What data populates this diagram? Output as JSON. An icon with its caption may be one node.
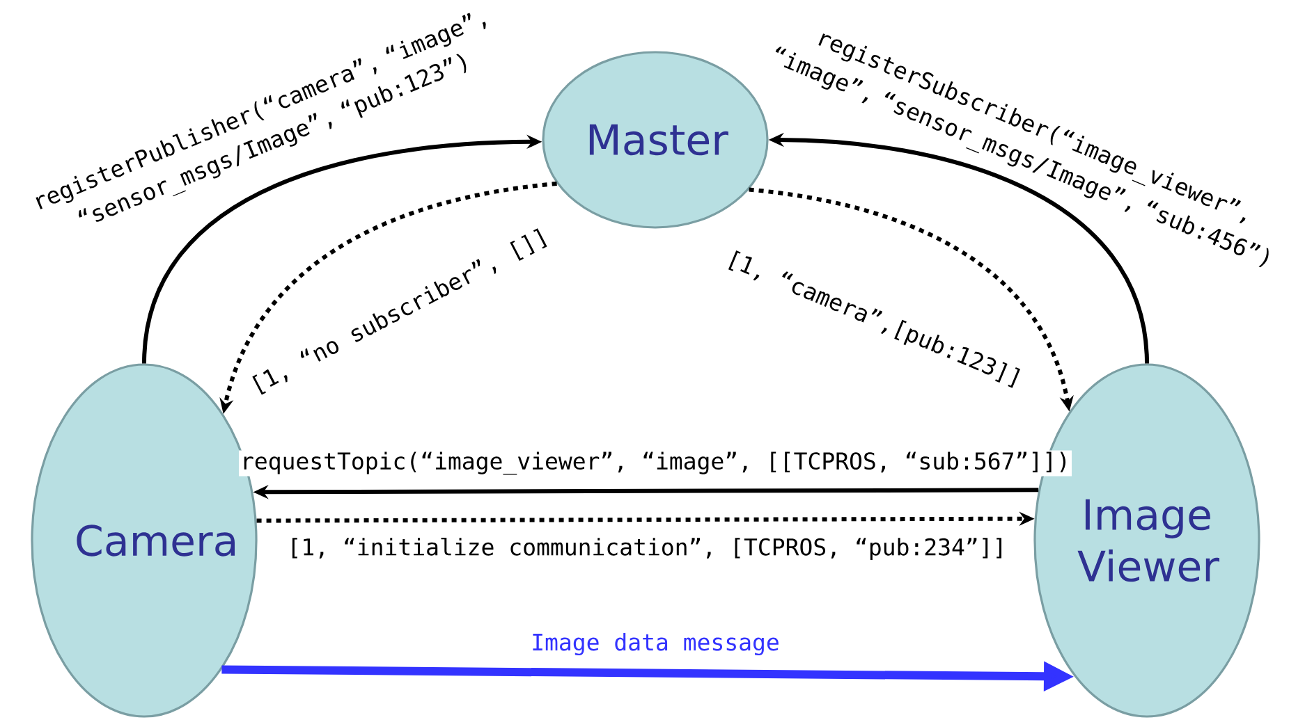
{
  "diagram": {
    "nodes": [
      {
        "text": [
          "Camera"
        ]
      },
      {
        "text": [
          "Master"
        ]
      },
      {
        "text": [
          "Image Viewer"
        ]
      }
    ],
    "edges": [
      {
        "from": 0,
        "to": 1,
        "arrow": "to",
        "label": "registerPublisher(“camera”, “image”, “sensor_msgs/Image”, “pub:123”)"
      },
      {
        "from": 1,
        "to": 0,
        "arrow": "to",
        "style": "dashed",
        "label": "[1, “no subscriber”, []]"
      },
      {
        "from": 2,
        "to": 1,
        "arrow": "to",
        "label": "registerSubscriber(“image_viewer”, “image”, “sensor_msgs/Image”, “sub:456”)"
      },
      {
        "from": 1,
        "to": 2,
        "arrow": "to",
        "style": "dashed",
        "label": "[1, “camera”,[pub:123]]"
      },
      {
        "from": 2,
        "to": 0,
        "arrow": "to",
        "label": "requestTopic(“image_viewer”, “image”, [[TCPROS, “sub:567”]])"
      },
      {
        "from": 0,
        "to": 2,
        "arrow": "to",
        "style": "dashed",
        "label": "[1, “initialize communication”, [TCPROS, “pub:234”]]"
      },
      {
        "from": 0,
        "to": 2,
        "arrow": "to",
        "style": "thick",
        "color": "#3333ff",
        "label": "Image data message"
      }
    ]
  }
}
